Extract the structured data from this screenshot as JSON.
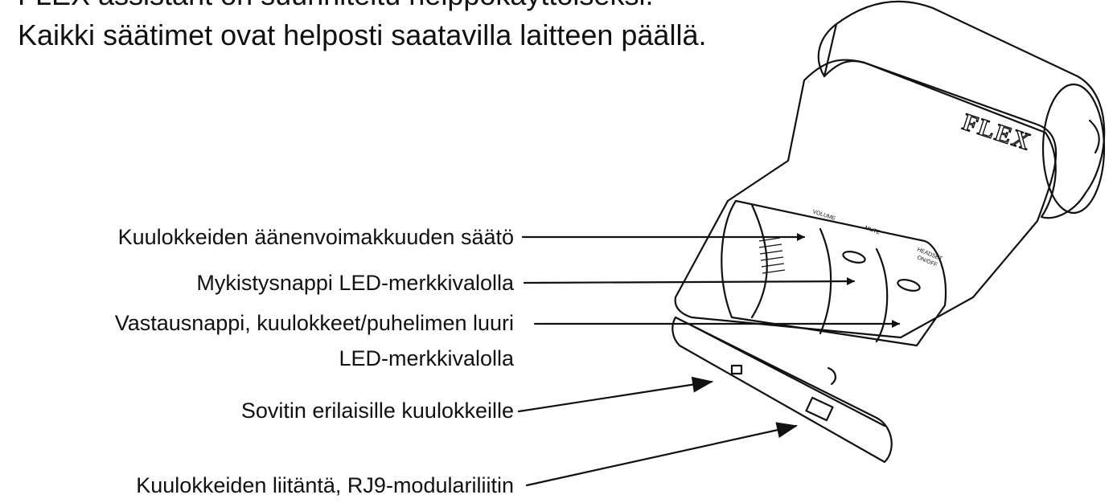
{
  "intro": {
    "line1": "FLEX assistant on suunniteltu helppokäyttöiseksi.",
    "line2": "Kaikki säätimet ovat helposti saatavilla laitteen päällä."
  },
  "device": {
    "brand": "FLEX",
    "label_volume": "VOLUME",
    "label_mute": "MUTE",
    "label_headset": "HEADSET",
    "label_on_off": "ON/OFF"
  },
  "callouts": {
    "volume": "Kuulokkeiden äänenvoimakkuuden säätö",
    "mute": "Mykistysnappi LED-merkkivalolla",
    "answer_line1": "Vastausnappi, kuulokkeet/puhelimen luuri",
    "answer_line2": "LED-merkkivalolla",
    "adapter": "Sovitin erilaisille kuulokkeille",
    "connector": "Kuulokkeiden liitäntä, RJ9-modulariliitin"
  }
}
